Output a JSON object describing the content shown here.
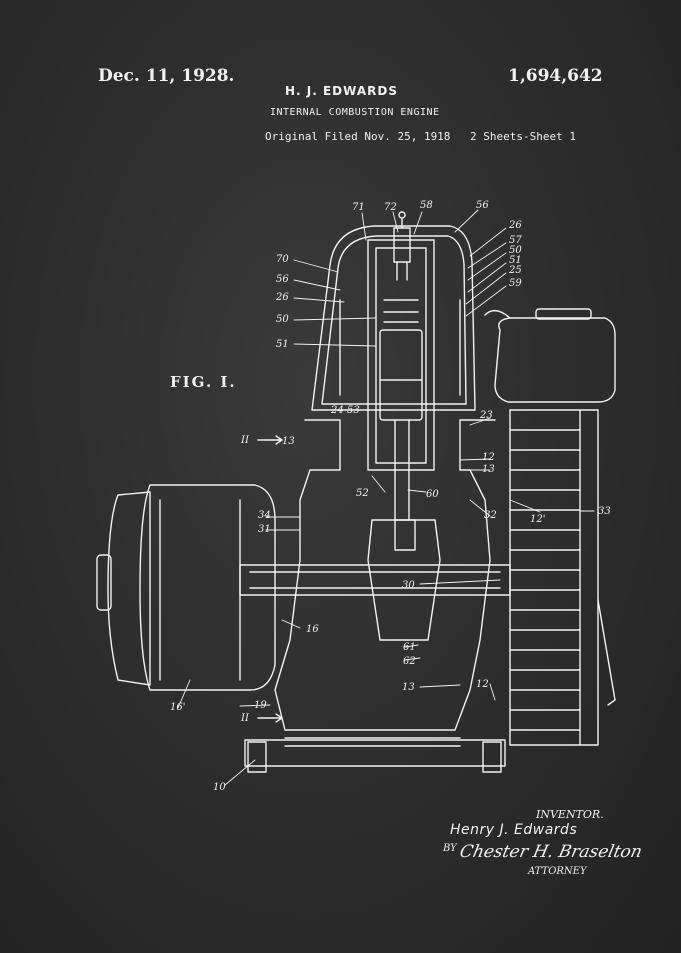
{
  "header": {
    "date": "Dec. 11, 1928.",
    "patent_number": "1,694,642",
    "inventor": "H. J. EDWARDS",
    "title": "INTERNAL COMBUSTION ENGINE",
    "filed": "Original Filed Nov. 25, 1918",
    "sheet": "2 Sheets-Sheet  1"
  },
  "figure": {
    "label": "FIG. I."
  },
  "section_marks": [
    "II",
    "II"
  ],
  "reference_numerals": [
    {
      "id": "r71",
      "text": "71"
    },
    {
      "id": "r72",
      "text": "72"
    },
    {
      "id": "r58",
      "text": "58"
    },
    {
      "id": "r56a",
      "text": "56"
    },
    {
      "id": "r26a",
      "text": "26"
    },
    {
      "id": "r57",
      "text": "57"
    },
    {
      "id": "r50a",
      "text": "50"
    },
    {
      "id": "r51a",
      "text": "51"
    },
    {
      "id": "r25",
      "text": "25"
    },
    {
      "id": "r59",
      "text": "59"
    },
    {
      "id": "r70",
      "text": "70"
    },
    {
      "id": "r56b",
      "text": "56"
    },
    {
      "id": "r26b",
      "text": "26"
    },
    {
      "id": "r50b",
      "text": "50"
    },
    {
      "id": "r51b",
      "text": "51"
    },
    {
      "id": "r24",
      "text": "24"
    },
    {
      "id": "r53",
      "text": "53"
    },
    {
      "id": "r23",
      "text": "23"
    },
    {
      "id": "r12a",
      "text": "12"
    },
    {
      "id": "r13a",
      "text": "13"
    },
    {
      "id": "r13b",
      "text": "13"
    },
    {
      "id": "r52",
      "text": "52"
    },
    {
      "id": "r60",
      "text": "60"
    },
    {
      "id": "r32",
      "text": "32"
    },
    {
      "id": "r12b",
      "text": "12'"
    },
    {
      "id": "r33",
      "text": "33"
    },
    {
      "id": "r34",
      "text": "34"
    },
    {
      "id": "r31",
      "text": "31"
    },
    {
      "id": "r30",
      "text": "30"
    },
    {
      "id": "r16",
      "text": "16"
    },
    {
      "id": "r61",
      "text": "61"
    },
    {
      "id": "r62",
      "text": "62"
    },
    {
      "id": "r16b",
      "text": "16'"
    },
    {
      "id": "r13c",
      "text": "13"
    },
    {
      "id": "r12c",
      "text": "12"
    },
    {
      "id": "r19",
      "text": "19"
    },
    {
      "id": "r10",
      "text": "10"
    }
  ],
  "signature": {
    "inventor_label": "INVENTOR.",
    "inventor_name": "Henry J. Edwards",
    "by": "BY",
    "attorney_signature": "Chester H. Braselton",
    "attorney_label": "ATTORNEY"
  },
  "colors": {
    "background": "#2e2e2e",
    "ink": "#f2f2f2"
  }
}
